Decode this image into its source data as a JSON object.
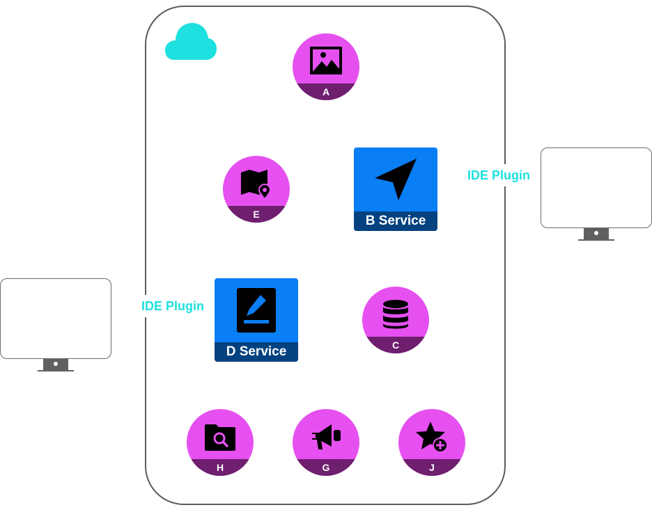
{
  "colors": {
    "node_fill": "#e650f0",
    "node_band": "#6e1f6e",
    "service_fill": "#0a7ef5",
    "service_band": "#03427f",
    "plugin_label": "#1fe0e0",
    "cloud_icon": "#1fe0e0",
    "cloud_border": "#5a5a5a"
  },
  "nodes": {
    "a": {
      "label": "A",
      "icon": "image-icon"
    },
    "e": {
      "label": "E",
      "icon": "map-pin-icon"
    },
    "c": {
      "label": "C",
      "icon": "database-icon"
    },
    "h": {
      "label": "H",
      "icon": "folder-search-icon"
    },
    "g": {
      "label": "G",
      "icon": "megaphone-icon"
    },
    "j": {
      "label": "J",
      "icon": "star-plus-icon"
    }
  },
  "services": {
    "b": {
      "label": "B Service",
      "icon": "send-icon"
    },
    "d": {
      "label": "D Service",
      "icon": "edit-icon"
    }
  },
  "plugins": {
    "right": {
      "label": "IDE Plugin"
    },
    "left": {
      "label": "IDE Plugin"
    }
  }
}
